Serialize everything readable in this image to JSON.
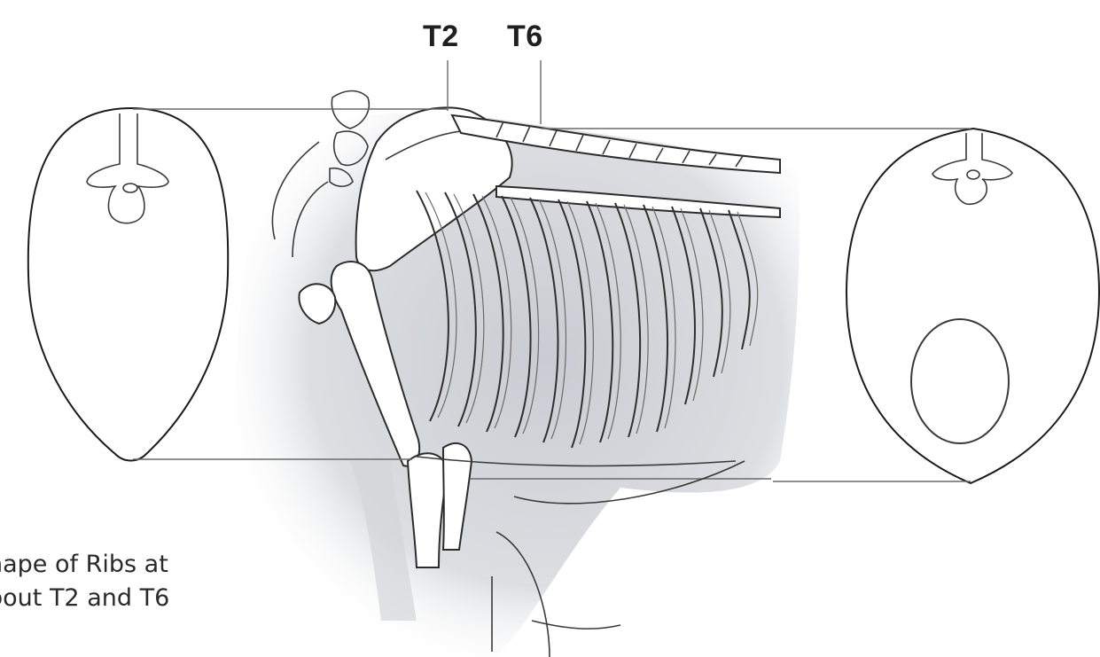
{
  "diagram": {
    "vertebra_labels": [
      "T2",
      "T6"
    ],
    "caption_lines": [
      "hape of Ribs at",
      "bout T2 and T6"
    ]
  }
}
